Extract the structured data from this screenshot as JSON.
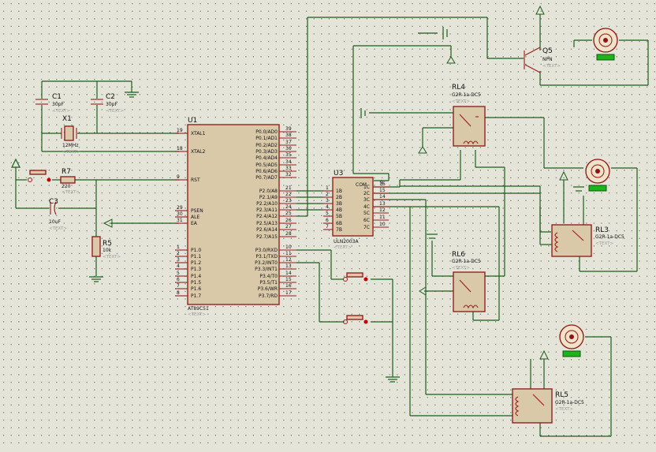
{
  "colors": {
    "background": "#e4e4d8",
    "wire": "#1b5e1b",
    "component_outline": "#8a1515",
    "component_fill": "#d9c9a8",
    "motor_badge": "#1db31d",
    "placeholder_text": "#9a9a9a"
  },
  "placeholder": "<TEXT>",
  "components": {
    "u1": {
      "ref": "U1",
      "part": "AT89C51",
      "left_pins": [
        {
          "num": "19",
          "name": "XTAL1"
        },
        {
          "num": "18",
          "name": "XTAL2"
        },
        {
          "num": "9",
          "name": "RST"
        },
        {
          "num": "29",
          "name": "PSEN"
        },
        {
          "num": "30",
          "name": "ALE"
        },
        {
          "num": "31",
          "name": "EA"
        },
        {
          "num": "1",
          "name": "P1.0"
        },
        {
          "num": "2",
          "name": "P1.1"
        },
        {
          "num": "3",
          "name": "P1.2"
        },
        {
          "num": "4",
          "name": "P1.3"
        },
        {
          "num": "5",
          "name": "P1.4"
        },
        {
          "num": "6",
          "name": "P1.5"
        },
        {
          "num": "7",
          "name": "P1.6"
        },
        {
          "num": "8",
          "name": "P1.7"
        }
      ],
      "right_pins": [
        {
          "num": "39",
          "name": "P0.0/AD0"
        },
        {
          "num": "38",
          "name": "P0.1/AD1"
        },
        {
          "num": "37",
          "name": "P0.2/AD2"
        },
        {
          "num": "36",
          "name": "P0.3/AD3"
        },
        {
          "num": "35",
          "name": "P0.4/AD4"
        },
        {
          "num": "34",
          "name": "P0.5/AD5"
        },
        {
          "num": "33",
          "name": "P0.6/AD6"
        },
        {
          "num": "32",
          "name": "P0.7/AD7"
        },
        {
          "num": "21",
          "name": "P2.0/A8"
        },
        {
          "num": "22",
          "name": "P2.1/A9"
        },
        {
          "num": "23",
          "name": "P2.2/A10"
        },
        {
          "num": "24",
          "name": "P2.3/A11"
        },
        {
          "num": "25",
          "name": "P2.4/A12"
        },
        {
          "num": "26",
          "name": "P2.5/A13"
        },
        {
          "num": "27",
          "name": "P2.6/A14"
        },
        {
          "num": "28",
          "name": "P2.7/A15"
        },
        {
          "num": "10",
          "name": "P3.0/RXD"
        },
        {
          "num": "11",
          "name": "P3.1/TXD"
        },
        {
          "num": "12",
          "name": "P3.2/INT0"
        },
        {
          "num": "13",
          "name": "P3.3/INT1"
        },
        {
          "num": "14",
          "name": "P3.4/T0"
        },
        {
          "num": "15",
          "name": "P3.5/T1"
        },
        {
          "num": "16",
          "name": "P3.6/WR"
        },
        {
          "num": "17",
          "name": "P3.7/RD"
        }
      ]
    },
    "u3": {
      "ref": "U3",
      "part": "ULN2003A",
      "com": "COM",
      "com_pin": "9",
      "inputs": [
        {
          "num": "1",
          "name": "1B"
        },
        {
          "num": "2",
          "name": "2B"
        },
        {
          "num": "3",
          "name": "3B"
        },
        {
          "num": "4",
          "name": "4B"
        },
        {
          "num": "5",
          "name": "5B"
        },
        {
          "num": "6",
          "name": "6B"
        },
        {
          "num": "7",
          "name": "7B"
        }
      ],
      "outputs": [
        {
          "num": "16",
          "name": "1C"
        },
        {
          "num": "15",
          "name": "2C"
        },
        {
          "num": "14",
          "name": "3C"
        },
        {
          "num": "13",
          "name": "4C"
        },
        {
          "num": "12",
          "name": "5C"
        },
        {
          "num": "11",
          "name": "6C"
        },
        {
          "num": "10",
          "name": "7C"
        }
      ]
    },
    "c1": {
      "ref": "C1",
      "value": "30pF"
    },
    "c2": {
      "ref": "C2",
      "value": "30pF"
    },
    "c3": {
      "ref": "C3",
      "value": "10uF"
    },
    "x1": {
      "ref": "X1",
      "value": "12MHz"
    },
    "r7": {
      "ref": "R7",
      "value": "220"
    },
    "r5": {
      "ref": "R5",
      "value": "10k"
    },
    "q5": {
      "ref": "Q5",
      "value": "NPN"
    },
    "rl4": {
      "ref": "RL4",
      "value": "G2R-1a-DC5"
    },
    "rl3": {
      "ref": "RL3",
      "value": "G2R-1a-DC5"
    },
    "rl6": {
      "ref": "RL6",
      "value": "G2R-1a-DC5"
    },
    "rl5": {
      "ref": "RL5",
      "value": "G2R-1a-DC5"
    }
  }
}
